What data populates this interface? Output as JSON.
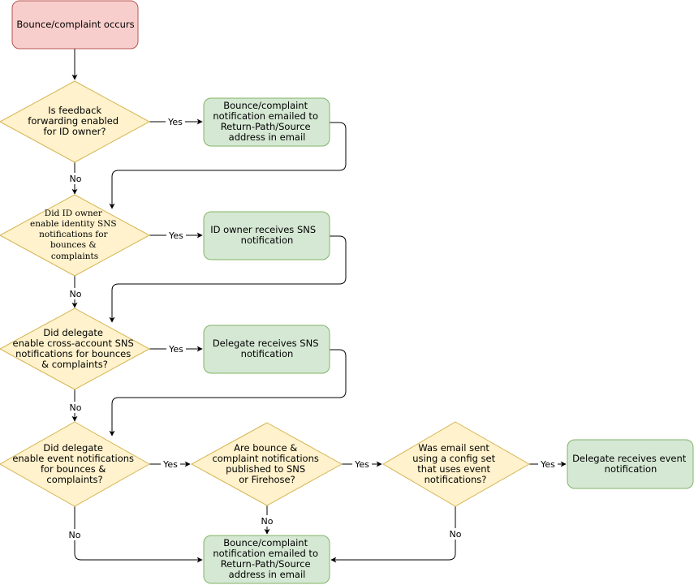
{
  "nodes": {
    "start": {
      "lines": [
        "Bounce/complaint occurs"
      ]
    },
    "q_feedback": {
      "lines": [
        "Is feedback",
        "forwarding enabled",
        "for ID owner?"
      ]
    },
    "r_email_top": {
      "lines": [
        "Bounce/complaint",
        "notification emailed to",
        "Return-Path/Source",
        "address in email"
      ]
    },
    "q_identity_sns": {
      "lines": [
        "Did ID owner",
        "enable identity SNS",
        "notifications for",
        "bounces &",
        "complaints"
      ]
    },
    "r_owner_sns": {
      "lines": [
        "ID owner receives SNS",
        "notification"
      ]
    },
    "q_cross_account": {
      "lines": [
        "Did delegate",
        "enable cross-account SNS",
        "notifications for bounces",
        "& complaints?"
      ]
    },
    "r_delegate_sns": {
      "lines": [
        "Delegate receives SNS",
        "notification"
      ]
    },
    "q_event": {
      "lines": [
        "Did delegate",
        "enable event notifications",
        "for bounces &",
        "complaints?"
      ]
    },
    "q_published": {
      "lines": [
        "Are bounce &",
        "complaint notifications",
        "published to SNS",
        "or Firehose?"
      ]
    },
    "q_config_set": {
      "lines": [
        "Was email sent",
        "using a config set",
        "that uses event",
        "notifications?"
      ]
    },
    "r_delegate_event": {
      "lines": [
        "Delegate receives event",
        "notification"
      ]
    },
    "r_email_bottom": {
      "lines": [
        "Bounce/complaint",
        "notification emailed to",
        "Return-Path/Source",
        "address in email"
      ]
    }
  },
  "edge_labels": {
    "yes": "Yes",
    "no": "No"
  },
  "colors": {
    "start_fill": "#f8cecc",
    "start_stroke": "#b85450",
    "decision_fill": "#fff2cc",
    "decision_stroke": "#d6b656",
    "result_fill": "#d5e8d4",
    "result_stroke": "#82b366"
  }
}
